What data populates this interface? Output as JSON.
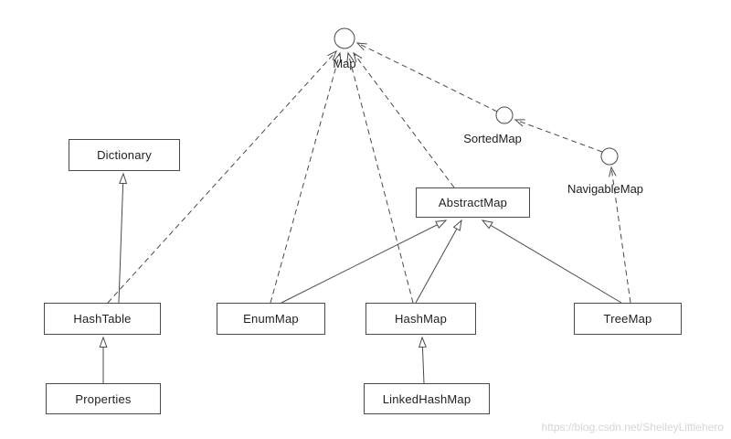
{
  "diagram": {
    "kind": "uml-class-diagram",
    "nodes": [
      {
        "id": "map",
        "label": "Map",
        "type": "interface"
      },
      {
        "id": "sortedmap",
        "label": "SortedMap",
        "type": "interface"
      },
      {
        "id": "navigablemap",
        "label": "NavigableMap",
        "type": "interface"
      },
      {
        "id": "dictionary",
        "label": "Dictionary",
        "type": "class"
      },
      {
        "id": "abstractmap",
        "label": "AbstractMap",
        "type": "class"
      },
      {
        "id": "hashtable",
        "label": "HashTable",
        "type": "class"
      },
      {
        "id": "enummap",
        "label": "EnumMap",
        "type": "class"
      },
      {
        "id": "hashmap",
        "label": "HashMap",
        "type": "class"
      },
      {
        "id": "treemap",
        "label": "TreeMap",
        "type": "class"
      },
      {
        "id": "properties",
        "label": "Properties",
        "type": "class"
      },
      {
        "id": "linkedhashmap",
        "label": "LinkedHashMap",
        "type": "class"
      }
    ],
    "edges": [
      {
        "from": "HashTable",
        "to": "Map",
        "relation": "realization"
      },
      {
        "from": "HashTable",
        "to": "Dictionary",
        "relation": "generalization"
      },
      {
        "from": "Properties",
        "to": "HashTable",
        "relation": "generalization"
      },
      {
        "from": "EnumMap",
        "to": "Map",
        "relation": "realization"
      },
      {
        "from": "HashMap",
        "to": "Map",
        "relation": "realization"
      },
      {
        "from": "AbstractMap",
        "to": "Map",
        "relation": "realization"
      },
      {
        "from": "EnumMap",
        "to": "AbstractMap",
        "relation": "generalization"
      },
      {
        "from": "HashMap",
        "to": "AbstractMap",
        "relation": "generalization"
      },
      {
        "from": "TreeMap",
        "to": "AbstractMap",
        "relation": "generalization"
      },
      {
        "from": "LinkedHashMap",
        "to": "HashMap",
        "relation": "generalization"
      },
      {
        "from": "SortedMap",
        "to": "Map",
        "relation": "realization"
      },
      {
        "from": "NavigableMap",
        "to": "SortedMap",
        "relation": "realization"
      },
      {
        "from": "TreeMap",
        "to": "NavigableMap",
        "relation": "realization"
      }
    ],
    "watermark": "https://blog.csdn.net/ShelleyLittlehero",
    "colors": {
      "line": "#4a4a4a",
      "box_border": "#4a4a4a",
      "background": "#ffffff",
      "watermark": "#d6d6d6"
    }
  }
}
